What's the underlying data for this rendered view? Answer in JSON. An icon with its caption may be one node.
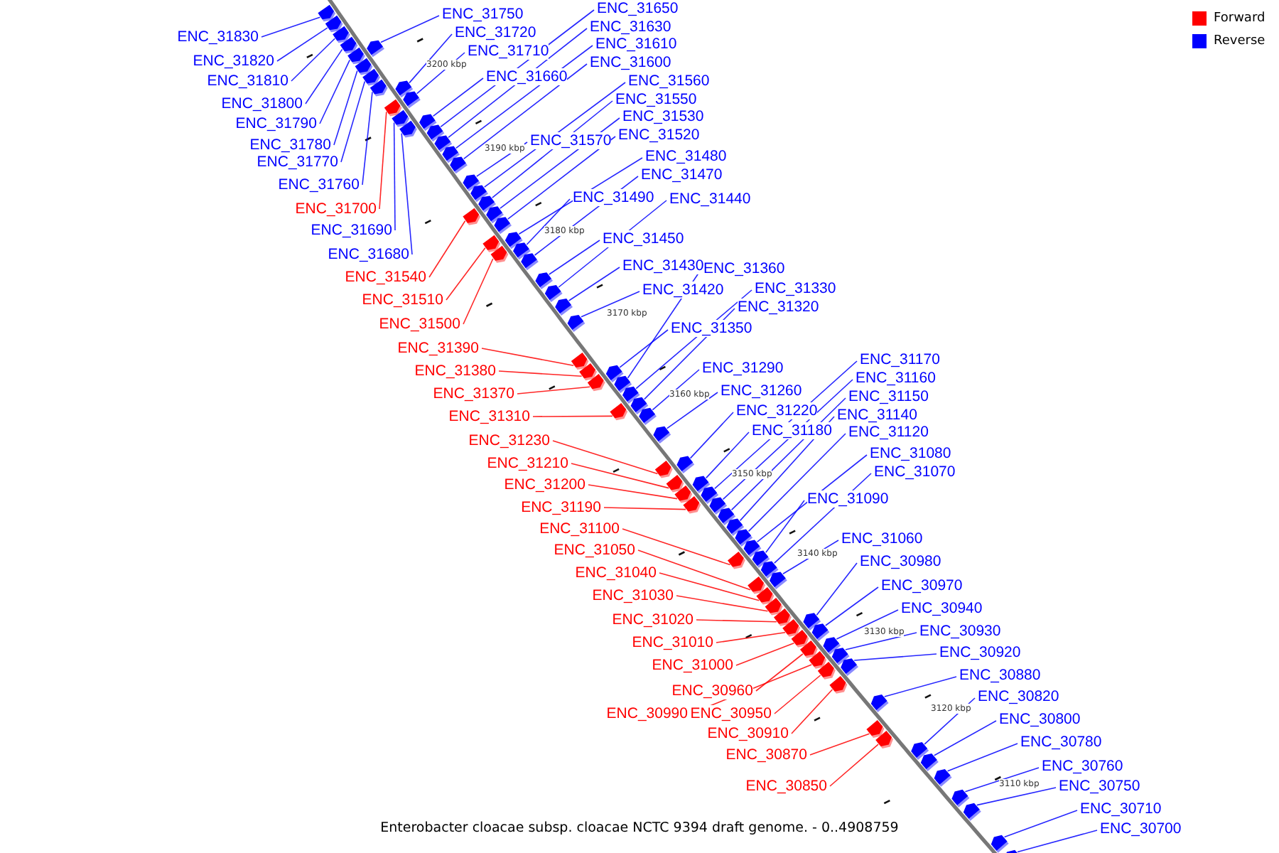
{
  "diagram": {
    "caption": "Enterobacter cloacae subsp. cloacae NCTC 9394 draft genome. - 0..4908759",
    "nodes": [
      {
        "text": [
          "ENC_31830"
        ]
      },
      {
        "text": [
          "ENC_31820"
        ]
      },
      {
        "text": [
          "ENC_31810"
        ]
      },
      {
        "text": [
          "ENC_31800"
        ]
      },
      {
        "text": [
          "ENC_31790"
        ]
      },
      {
        "text": [
          "ENC_31780"
        ]
      },
      {
        "text": [
          "ENC_31770"
        ]
      },
      {
        "text": [
          "ENC_31760"
        ]
      },
      {
        "text": [
          "ENC_31700"
        ]
      },
      {
        "text": [
          "ENC_31690"
        ]
      },
      {
        "text": [
          "ENC_31680"
        ]
      },
      {
        "text": [
          "ENC_31540"
        ]
      },
      {
        "text": [
          "ENC_31510"
        ]
      },
      {
        "text": [
          "ENC_31500"
        ]
      },
      {
        "text": [
          "ENC_31390"
        ]
      },
      {
        "text": [
          "ENC_31380"
        ]
      },
      {
        "text": [
          "ENC_31370"
        ]
      },
      {
        "text": [
          "ENC_31310"
        ]
      },
      {
        "text": [
          "ENC_31230"
        ]
      },
      {
        "text": [
          "ENC_31210"
        ]
      },
      {
        "text": [
          "ENC_31200"
        ]
      },
      {
        "text": [
          "ENC_31190"
        ]
      },
      {
        "text": [
          "ENC_31100"
        ]
      },
      {
        "text": [
          "ENC_31050"
        ]
      },
      {
        "text": [
          "ENC_31040"
        ]
      },
      {
        "text": [
          "ENC_31030"
        ]
      },
      {
        "text": [
          "ENC_31020"
        ]
      },
      {
        "text": [
          "ENC_31010"
        ]
      },
      {
        "text": [
          "ENC_31000"
        ]
      },
      {
        "text": [
          "ENC_30960"
        ]
      },
      {
        "text": [
          "ENC_30990"
        ]
      },
      {
        "text": [
          "ENC_30950"
        ]
      },
      {
        "text": [
          "ENC_30910"
        ]
      },
      {
        "text": [
          "ENC_30870"
        ]
      },
      {
        "text": [
          "ENC_30850"
        ]
      },
      {
        "text": [
          "ENC_31750"
        ]
      },
      {
        "text": [
          "ENC_31720"
        ]
      },
      {
        "text": [
          "ENC_31710"
        ]
      },
      {
        "text": [
          "ENC_31660"
        ]
      },
      {
        "text": [
          "ENC_31650"
        ]
      },
      {
        "text": [
          "ENC_31630"
        ]
      },
      {
        "text": [
          "ENC_31610"
        ]
      },
      {
        "text": [
          "ENC_31600"
        ]
      },
      {
        "text": [
          "ENC_31560"
        ]
      },
      {
        "text": [
          "ENC_31550"
        ]
      },
      {
        "text": [
          "ENC_31530"
        ]
      },
      {
        "text": [
          "ENC_31520"
        ]
      },
      {
        "text": [
          "ENC_31570"
        ]
      },
      {
        "text": [
          "ENC_31480"
        ]
      },
      {
        "text": [
          "ENC_31470"
        ]
      },
      {
        "text": [
          "ENC_31490"
        ]
      },
      {
        "text": [
          "ENC_31440"
        ]
      },
      {
        "text": [
          "ENC_31450"
        ]
      },
      {
        "text": [
          "ENC_31430"
        ]
      },
      {
        "text": [
          "ENC_31360"
        ]
      },
      {
        "text": [
          "ENC_31330"
        ]
      },
      {
        "text": [
          "ENC_31420"
        ]
      },
      {
        "text": [
          "ENC_31320"
        ]
      },
      {
        "text": [
          "ENC_31350"
        ]
      },
      {
        "text": [
          "ENC_31290"
        ]
      },
      {
        "text": [
          "ENC_31260"
        ]
      },
      {
        "text": [
          "ENC_31220"
        ]
      },
      {
        "text": [
          "ENC_31180"
        ]
      },
      {
        "text": [
          "ENC_31170"
        ]
      },
      {
        "text": [
          "ENC_31160"
        ]
      },
      {
        "text": [
          "ENC_31150"
        ]
      },
      {
        "text": [
          "ENC_31140"
        ]
      },
      {
        "text": [
          "ENC_31120"
        ]
      },
      {
        "text": [
          "ENC_31080"
        ]
      },
      {
        "text": [
          "ENC_31070"
        ]
      },
      {
        "text": [
          "ENC_31090"
        ]
      },
      {
        "text": [
          "ENC_31060"
        ]
      },
      {
        "text": [
          "ENC_30980"
        ]
      },
      {
        "text": [
          "ENC_30970"
        ]
      },
      {
        "text": [
          "ENC_30940"
        ]
      },
      {
        "text": [
          "ENC_30930"
        ]
      },
      {
        "text": [
          "ENC_30920"
        ]
      },
      {
        "text": [
          "ENC_30880"
        ]
      },
      {
        "text": [
          "ENC_30820"
        ]
      },
      {
        "text": [
          "ENC_30800"
        ]
      },
      {
        "text": [
          "ENC_30780"
        ]
      },
      {
        "text": [
          "ENC_30760"
        ]
      },
      {
        "text": [
          "ENC_30750"
        ]
      },
      {
        "text": [
          "ENC_30710"
        ]
      },
      {
        "text": [
          "ENC_30700"
        ]
      },
      {
        "text": [],
        "shape": "arrow"
      },
      {
        "text": [],
        "shape": "arrow"
      },
      {
        "text": [],
        "shape": "arrow"
      },
      {
        "text": [],
        "shape": "arrow"
      },
      {
        "text": [],
        "shape": "arrow"
      },
      {
        "text": [],
        "shape": "arrow"
      },
      {
        "text": [],
        "shape": "arrow"
      },
      {
        "text": [],
        "shape": "arrow"
      },
      {
        "text": [],
        "shape": "arrow"
      },
      {
        "text": [],
        "shape": "arrow"
      },
      {
        "text": [],
        "shape": "arrow"
      },
      {
        "text": [],
        "shape": "arrow"
      },
      {
        "text": [],
        "shape": "arrow"
      },
      {
        "text": [],
        "shape": "arrow"
      },
      {
        "text": [],
        "shape": "arrow"
      },
      {
        "text": [],
        "shape": "arrow"
      },
      {
        "text": [],
        "shape": "arrow"
      },
      {
        "text": [],
        "shape": "arrow"
      },
      {
        "text": [],
        "shape": "arrow"
      },
      {
        "text": [],
        "shape": "arrow"
      },
      {
        "text": [],
        "shape": "arrow"
      },
      {
        "text": [],
        "shape": "arrow"
      },
      {
        "text": [],
        "shape": "arrow"
      },
      {
        "text": [],
        "shape": "arrow"
      },
      {
        "text": [],
        "shape": "arrow"
      },
      {
        "text": [],
        "shape": "arrow"
      },
      {
        "text": [],
        "shape": "arrow"
      },
      {
        "text": [],
        "shape": "arrow"
      },
      {
        "text": [],
        "shape": "arrow"
      },
      {
        "text": [],
        "shape": "arrow"
      },
      {
        "text": [],
        "shape": "arrow"
      },
      {
        "text": [],
        "shape": "arrow"
      },
      {
        "text": [],
        "shape": "arrow"
      },
      {
        "text": [],
        "shape": "arrow"
      },
      {
        "text": [],
        "shape": "arrow"
      },
      {
        "text": [],
        "shape": "arrow"
      },
      {
        "text": [],
        "shape": "arrow"
      },
      {
        "text": [],
        "shape": "arrow"
      },
      {
        "text": [],
        "shape": "arrow"
      },
      {
        "text": [],
        "shape": "arrow"
      },
      {
        "text": [],
        "shape": "arrow"
      },
      {
        "text": [],
        "shape": "arrow"
      },
      {
        "text": [],
        "shape": "arrow"
      },
      {
        "text": [],
        "shape": "arrow"
      },
      {
        "text": [],
        "shape": "arrow"
      },
      {
        "text": [],
        "shape": "arrow"
      },
      {
        "text": [],
        "shape": "arrow"
      },
      {
        "text": [],
        "shape": "arrow"
      },
      {
        "text": [],
        "shape": "arrow"
      },
      {
        "text": [],
        "shape": "arrow"
      },
      {
        "text": [],
        "shape": "arrow"
      },
      {
        "text": [],
        "shape": "arrow"
      },
      {
        "text": [],
        "shape": "arrow"
      },
      {
        "text": [],
        "shape": "arrow"
      },
      {
        "text": [],
        "shape": "arrow"
      },
      {
        "text": [],
        "shape": "arrow"
      },
      {
        "text": [],
        "shape": "arrow"
      },
      {
        "text": [],
        "shape": "arrow"
      },
      {
        "text": [],
        "shape": "arrow"
      },
      {
        "text": [],
        "shape": "arrow"
      },
      {
        "text": [],
        "shape": "arrow"
      },
      {
        "text": [],
        "shape": "arrow"
      },
      {
        "text": [],
        "shape": "arrow"
      },
      {
        "text": [],
        "shape": "arrow"
      },
      {
        "text": [],
        "shape": "arrow"
      },
      {
        "text": [],
        "shape": "arrow"
      },
      {
        "text": [],
        "shape": "arrow"
      },
      {
        "text": [],
        "shape": "arrow"
      },
      {
        "text": [],
        "shape": "arrow"
      },
      {
        "text": [],
        "shape": "arrow"
      },
      {
        "text": [],
        "shape": "arrow"
      },
      {
        "text": [],
        "shape": "arrow"
      },
      {
        "text": [],
        "shape": "arrow"
      },
      {
        "text": [],
        "shape": "arrow"
      },
      {
        "text": [],
        "shape": "arrow"
      },
      {
        "text": [],
        "shape": "arrow"
      },
      {
        "text": [],
        "shape": "arrow"
      },
      {
        "text": [],
        "shape": "arrow"
      },
      {
        "text": [],
        "shape": "arrow"
      },
      {
        "text": [],
        "shape": "arrow"
      },
      {
        "text": [],
        "shape": "arrow"
      },
      {
        "text": [],
        "shape": "arrow"
      },
      {
        "text": [],
        "shape": "arrow"
      },
      {
        "text": [],
        "shape": "arrow"
      },
      {
        "text": [],
        "shape": "arrow"
      }
    ],
    "edges": [
      {
        "from": 0,
        "to": 85,
        "arrow": "none"
      },
      {
        "from": 1,
        "to": 86,
        "arrow": "none"
      },
      {
        "from": 2,
        "to": 87,
        "arrow": "none"
      },
      {
        "from": 3,
        "to": 88,
        "arrow": "none"
      },
      {
        "from": 4,
        "to": 90,
        "arrow": "none"
      },
      {
        "from": 5,
        "to": 91,
        "arrow": "none"
      },
      {
        "from": 6,
        "to": 92,
        "arrow": "none"
      },
      {
        "from": 7,
        "to": 93,
        "arrow": "none"
      },
      {
        "from": 8,
        "to": 98,
        "arrow": "none",
        "color": "#ff0000"
      },
      {
        "from": 9,
        "to": 100,
        "arrow": "none"
      },
      {
        "from": 10,
        "to": 101,
        "arrow": "none"
      },
      {
        "from": 11,
        "to": 111,
        "arrow": "none",
        "color": "#ff0000"
      },
      {
        "from": 12,
        "to": 113,
        "arrow": "none",
        "color": "#ff0000"
      },
      {
        "from": 13,
        "to": 114,
        "arrow": "none",
        "color": "#ff0000"
      },
      {
        "from": 14,
        "to": 122,
        "arrow": "none",
        "color": "#ff0000"
      },
      {
        "from": 15,
        "to": 124,
        "arrow": "none",
        "color": "#ff0000"
      },
      {
        "from": 16,
        "to": 126,
        "arrow": "none",
        "color": "#ff0000"
      },
      {
        "from": 17,
        "to": 128,
        "arrow": "none",
        "color": "#ff0000"
      },
      {
        "from": 18,
        "to": 133,
        "arrow": "none",
        "color": "#ff0000"
      },
      {
        "from": 19,
        "to": 136,
        "arrow": "none",
        "color": "#ff0000"
      },
      {
        "from": 20,
        "to": 137,
        "arrow": "none",
        "color": "#ff0000"
      },
      {
        "from": 21,
        "to": 138,
        "arrow": "none",
        "color": "#ff0000"
      },
      {
        "from": 22,
        "to": 144,
        "arrow": "none",
        "color": "#ff0000"
      },
      {
        "from": 23,
        "to": 145,
        "arrow": "none",
        "color": "#ff0000"
      },
      {
        "from": 24,
        "to": 148,
        "arrow": "none",
        "color": "#ff0000"
      },
      {
        "from": 25,
        "to": 149,
        "arrow": "none",
        "color": "#ff0000"
      },
      {
        "from": 26,
        "to": 150,
        "arrow": "none",
        "color": "#ff0000"
      },
      {
        "from": 27,
        "to": 152,
        "arrow": "none",
        "color": "#ff0000"
      },
      {
        "from": 28,
        "to": 154,
        "arrow": "none",
        "color": "#ff0000"
      },
      {
        "from": 29,
        "to": 156,
        "arrow": "none",
        "color": "#ff0000"
      },
      {
        "from": 30,
        "to": 157,
        "arrow": "none",
        "color": "#ff0000"
      },
      {
        "from": 31,
        "to": 158,
        "arrow": "none",
        "color": "#ff0000"
      },
      {
        "from": 32,
        "to": 160,
        "arrow": "none",
        "color": "#ff0000"
      },
      {
        "from": 33,
        "to": 163,
        "arrow": "none",
        "color": "#ff0000"
      },
      {
        "from": 34,
        "to": 164,
        "arrow": "none",
        "color": "#ff0000"
      },
      {
        "from": 35,
        "to": 89,
        "arrow": "none"
      },
      {
        "from": 36,
        "to": 94,
        "arrow": "none"
      },
      {
        "from": 37,
        "to": 95,
        "arrow": "none"
      },
      {
        "from": 38,
        "to": 96,
        "arrow": "none"
      },
      {
        "from": 39,
        "to": 97,
        "arrow": "none"
      },
      {
        "from": 40,
        "to": 99,
        "arrow": "none"
      },
      {
        "from": 41,
        "to": 102,
        "arrow": "none"
      },
      {
        "from": 42,
        "to": 103,
        "arrow": "none"
      },
      {
        "from": 43,
        "to": 105,
        "arrow": "none"
      },
      {
        "from": 44,
        "to": 106,
        "arrow": "none"
      },
      {
        "from": 45,
        "to": 107,
        "arrow": "none"
      },
      {
        "from": 46,
        "to": 108,
        "arrow": "none"
      },
      {
        "from": 47,
        "to": 104,
        "arrow": "none"
      },
      {
        "from": 48,
        "to": 109,
        "arrow": "none"
      },
      {
        "from": 49,
        "to": 112,
        "arrow": "none"
      },
      {
        "from": 50,
        "to": 110,
        "arrow": "none"
      },
      {
        "from": 51,
        "to": 116,
        "arrow": "none"
      },
      {
        "from": 52,
        "to": 115,
        "arrow": "none"
      },
      {
        "from": 53,
        "to": 117,
        "arrow": "none"
      },
      {
        "from": 54,
        "to": 120,
        "arrow": "none"
      },
      {
        "from": 55,
        "to": 121,
        "arrow": "none"
      },
      {
        "from": 56,
        "to": 118,
        "arrow": "none"
      },
      {
        "from": 57,
        "to": 123,
        "arrow": "none"
      },
      {
        "from": 58,
        "to": 119,
        "arrow": "none"
      },
      {
        "from": 59,
        "to": 125,
        "arrow": "none"
      },
      {
        "from": 60,
        "to": 127,
        "arrow": "none"
      },
      {
        "from": 61,
        "to": 129,
        "arrow": "none"
      },
      {
        "from": 62,
        "to": 130,
        "arrow": "none"
      },
      {
        "from": 63,
        "to": 131,
        "arrow": "none"
      },
      {
        "from": 64,
        "to": 132,
        "arrow": "none"
      },
      {
        "from": 65,
        "to": 134,
        "arrow": "none"
      },
      {
        "from": 66,
        "to": 135,
        "arrow": "none"
      },
      {
        "from": 67,
        "to": 139,
        "arrow": "none"
      },
      {
        "from": 68,
        "to": 140,
        "arrow": "none"
      },
      {
        "from": 69,
        "to": 142,
        "arrow": "none"
      },
      {
        "from": 70,
        "to": 141,
        "arrow": "none"
      },
      {
        "from": 71,
        "to": 143,
        "arrow": "none"
      },
      {
        "from": 72,
        "to": 146,
        "arrow": "none"
      },
      {
        "from": 73,
        "to": 147,
        "arrow": "none"
      },
      {
        "from": 74,
        "to": 151,
        "arrow": "none"
      },
      {
        "from": 75,
        "to": 153,
        "arrow": "none"
      },
      {
        "from": 76,
        "to": 155,
        "arrow": "none"
      },
      {
        "from": 77,
        "to": 159,
        "arrow": "none"
      },
      {
        "from": 78,
        "to": 161,
        "arrow": "none"
      },
      {
        "from": 79,
        "to": 162,
        "arrow": "none"
      },
      {
        "from": 80,
        "to": 165,
        "arrow": "none"
      },
      {
        "from": 81,
        "to": 166,
        "arrow": "none"
      },
      {
        "from": 82,
        "to": 167,
        "arrow": "none"
      },
      {
        "from": 83,
        "to": 168,
        "arrow": "none"
      },
      {
        "from": 84,
        "to": 169,
        "arrow": "none"
      }
    ],
    "labels": [
      "3200 kbp",
      "3190 kbp",
      "3180 kbp",
      "3170 kbp",
      "3160 kbp",
      "3150 kbp",
      "3140 kbp",
      "3130 kbp",
      "3120 kbp",
      "3110 kbp"
    ],
    "legend": [
      {
        "text": "Forward",
        "color": "#ff0000"
      },
      {
        "text": "Reverse",
        "color": "#0000ff"
      }
    ]
  }
}
